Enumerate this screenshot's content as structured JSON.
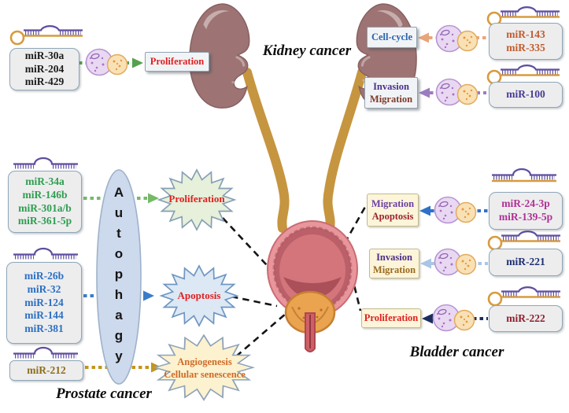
{
  "titles": {
    "kidney": "Kidney cancer",
    "bladder": "Bladder cancer",
    "prostate": "Prostate cancer"
  },
  "kidney": {
    "left": {
      "mirnas": [
        "miR-30a",
        "miR-204",
        "miR-429"
      ],
      "phenotype": [
        "Proliferation"
      ]
    },
    "right_top": {
      "phenotype": [
        "Cell-cycle"
      ],
      "mirnas": [
        "miR-143",
        "miR-335"
      ]
    },
    "right_bottom": {
      "phenotype": [
        "Invasion",
        "Migration"
      ],
      "mirnas": [
        "miR-100"
      ]
    }
  },
  "prostate": {
    "hub": "Autophagy",
    "hub_spaced": "A u t o p h a g y",
    "rows": [
      {
        "mirnas": [
          "miR-34a",
          "miR-146b",
          "miR-301a/b",
          "miR-361-5p"
        ],
        "phenotype": [
          "Proliferation"
        ]
      },
      {
        "mirnas": [
          "miR-26b",
          "miR-32",
          "miR-124",
          "miR-144",
          "miR-381"
        ],
        "phenotype": [
          "Apoptosis"
        ]
      },
      {
        "mirnas": [
          "miR-212"
        ],
        "phenotype": [
          "Angiogenesis",
          "Cellular senescence"
        ]
      }
    ]
  },
  "bladder": {
    "rows": [
      {
        "phenotype": [
          "Migration",
          "Apoptosis"
        ],
        "mirnas": [
          "miR-24-3p",
          "miR-139-5p"
        ]
      },
      {
        "phenotype": [
          "Invasion",
          "Migration"
        ],
        "mirnas": [
          "miR-221"
        ]
      },
      {
        "phenotype": [
          "Proliferation"
        ],
        "mirnas": [
          "miR-222"
        ]
      }
    ]
  },
  "icons": {
    "hairpin_loop": "pre-miRNA hairpin with loop",
    "hairpin_flat": "miRNA duplex hairpin",
    "cell_pair": "tumor cell pair"
  },
  "palette": {
    "kidney_organ": "#9d7473",
    "ureter": "#c6953f",
    "bladder_organ": "#d4757c",
    "prostate_organ": "#eaa34f",
    "autophagy_oval": "#cdd9ec",
    "red_label": "#e01f1f",
    "green_mir": "#2f9e50",
    "blue_mir": "#2b6fc2",
    "gold_mir": "#8e6d1c",
    "magenta_mir": "#b03095",
    "navy_mir": "#1d2f70",
    "darkred_mir": "#8f1f2c",
    "rust_mir": "#c25c2e",
    "purple_mir": "#4a3b92"
  }
}
